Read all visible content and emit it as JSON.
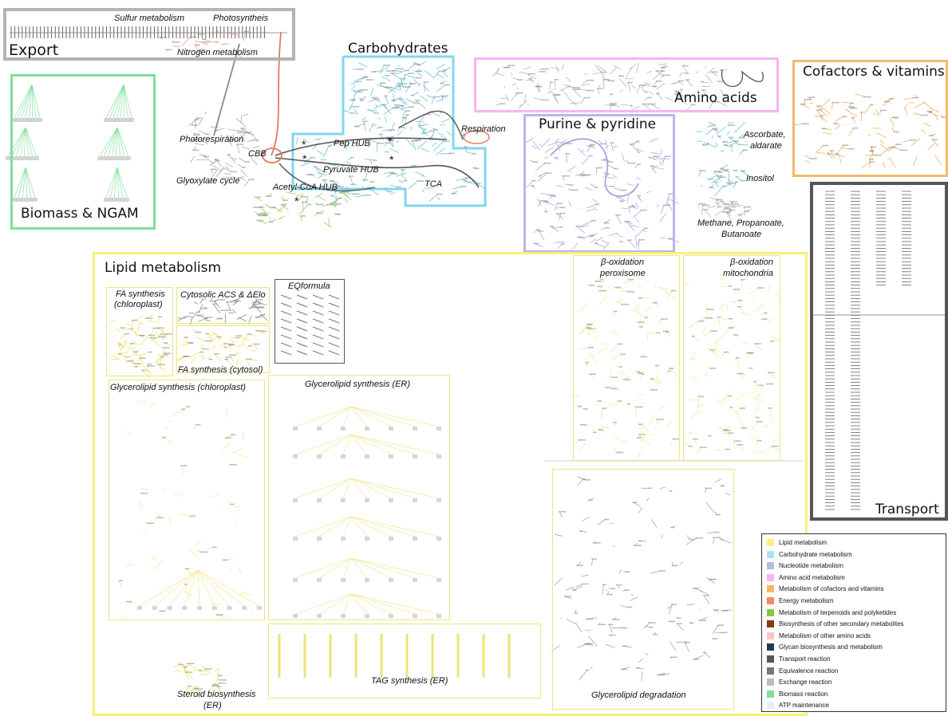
{
  "regions": {
    "export": {
      "title": "Export",
      "color": "#b4b4b4",
      "labels": {
        "sulfur": "Sulfur metabolism",
        "photosynthesis": "Photosyntheis",
        "nitrogen": "Nitrogen metabolism"
      }
    },
    "biomass": {
      "title": "Biomass & NGAM",
      "color": "#7fe09a"
    },
    "carbohydrates": {
      "title": "Carbohydrates",
      "color": "#7fd8ef"
    },
    "amino_acids": {
      "title": "Amino acids",
      "color": "#f4b6f0"
    },
    "cofactors": {
      "title": "Cofactors & vitamins",
      "color": "#f5b86b"
    },
    "purine": {
      "title": "Purine & pyridine",
      "color": "#b9b6ec"
    },
    "transport": {
      "title": "Transport",
      "color": "#555555"
    },
    "lipid": {
      "title": "Lipid metabolism",
      "color": "#f7f07a"
    }
  },
  "central_labels": {
    "photorespiration": "Photorespiration",
    "cbb": "CBB",
    "glyoxylate": "Glyoxylate cycle",
    "pep_hub": "Pep HUB",
    "pyruvate_hub": "Pyruvate HUB",
    "acetyl_coa_hub": "Acetyl-CoA HUB",
    "respiration": "Respiration",
    "tca": "TCA"
  },
  "misc_labels": {
    "ascorbate": [
      "Ascorbate,",
      "aldarate"
    ],
    "inositol": "Inositol",
    "methane": [
      "Methane, Propanoate,",
      "Butanoate"
    ]
  },
  "lipid_labels": {
    "fa_chloroplast": [
      "FA synthesis",
      "(chloroplast)"
    ],
    "cytosolic_acs": "Cytosolic ACS & ΔElo",
    "eqformula": "EQformula",
    "fa_cytosol": "FA synthesis (cytosol)",
    "glycerolipid_chloroplast": "Glycerolipid synthesis (chloroplast)",
    "glycerolipid_er": "Glycerolipid synthesis (ER)",
    "beta_peroxisome": [
      "β-oxidation",
      "peroxisome"
    ],
    "beta_mitochondria": [
      "β-oxidation",
      "mitochondria"
    ],
    "steroid": [
      "Steroid biosynthesis",
      "(ER)"
    ],
    "tag": "TAG synthesis  (ER)",
    "glycerolipid_degradation": "Glycerolipid degradation"
  },
  "legend": [
    {
      "label": "Lipid metabolism",
      "color": "#f7f07a"
    },
    {
      "label": "Carbohydrate metabolism",
      "color": "#a9e3ef"
    },
    {
      "label": "Nucleotide metabolism",
      "color": "#b9b6ec"
    },
    {
      "label": "Amino acid metabolism",
      "color": "#f4b6f0"
    },
    {
      "label": "Metabolism of cofactors and vitamins",
      "color": "#f5b86b"
    },
    {
      "label": "Energy metabolism",
      "color": "#f08a63"
    },
    {
      "label": "Metabolism of terpenoids and polyketides",
      "color": "#8cc63f"
    },
    {
      "label": "Biosynthesis of other secondary metabolites",
      "color": "#8b3a12"
    },
    {
      "label": "Metabolism of other amino acids",
      "color": "#f6c6c6"
    },
    {
      "label": "Glycan biosynthesis and metabolism",
      "color": "#1f3b5c"
    },
    {
      "label": "Transport reaction",
      "color": "#555555"
    },
    {
      "label": "Equivalence reaction",
      "color": "#777777"
    },
    {
      "label": "Exchange reaction",
      "color": "#bdbdbd"
    },
    {
      "label": "Biomass reaction",
      "color": "#7fe09a"
    },
    {
      "label": "ATP maintenance",
      "color": "#ececec"
    }
  ]
}
